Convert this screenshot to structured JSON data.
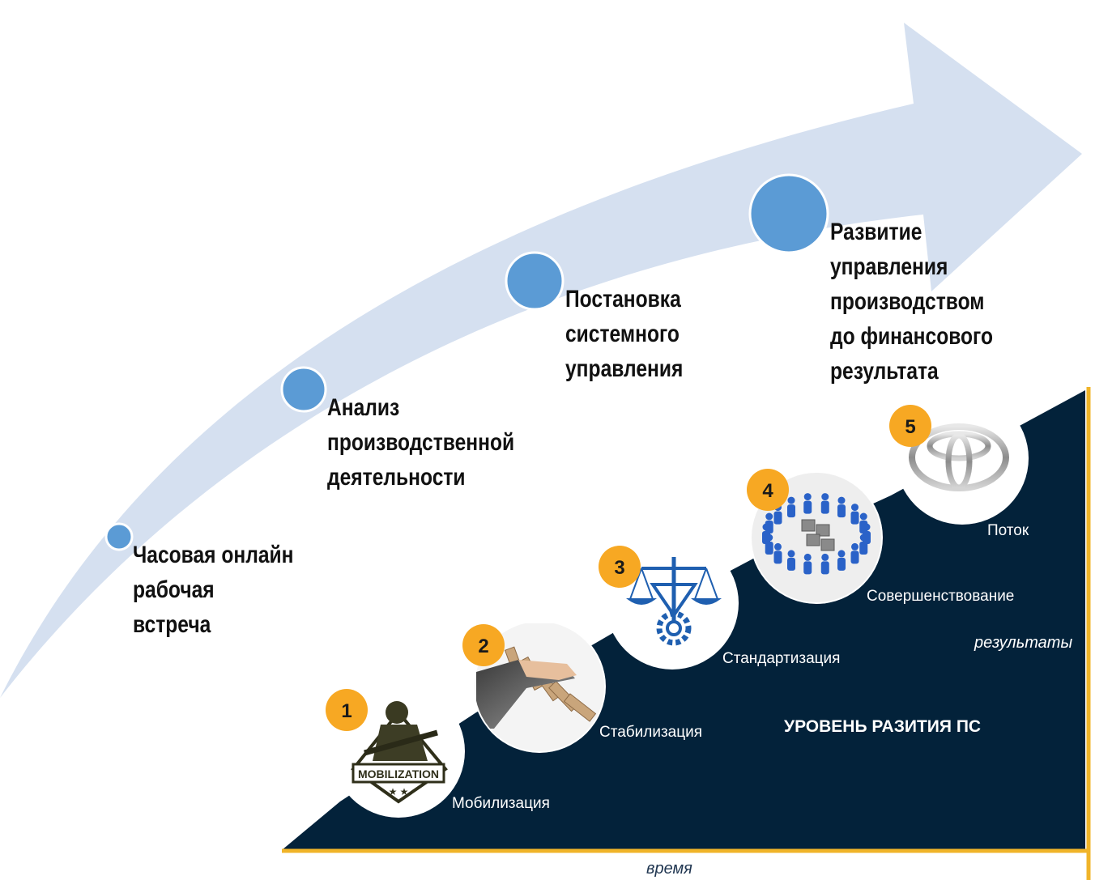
{
  "colors": {
    "arrow": "#d5e0f0",
    "dot": "#5b9bd5",
    "staircase": "#03223a",
    "axis": "#f0b429",
    "badge": "#f7a823",
    "badge_text": "#1a1a1a"
  },
  "arrow_stages": [
    {
      "lines": [
        "Часовая онлайн",
        "рабочая",
        "встреча"
      ]
    },
    {
      "lines": [
        "Анализ",
        "производственной",
        "деятельности"
      ]
    },
    {
      "lines": [
        "Постановка",
        "системного",
        "управления"
      ]
    },
    {
      "lines": [
        "Развитие",
        "управления",
        "производством",
        "до финансового",
        "результата"
      ]
    }
  ],
  "steps": [
    {
      "number": "1",
      "label": "Мобилизация",
      "icon": "soldier-mobilization-icon",
      "icon_text": "MOBILIZATION"
    },
    {
      "number": "2",
      "label": "Стабилизация",
      "icon": "hand-stopping-dominoes-icon"
    },
    {
      "number": "3",
      "label": "Стандартизация",
      "icon": "scales-compass-gear-icon"
    },
    {
      "number": "4",
      "label": "Совершенствование",
      "icon": "people-circle-puzzle-icon"
    },
    {
      "number": "5",
      "label": "Поток",
      "icon": "toyota-logo-icon"
    }
  ],
  "level_title": "УРОВЕНЬ РАЗИТИЯ ПС",
  "axes": {
    "x_label": "время",
    "y_label": "результаты"
  }
}
